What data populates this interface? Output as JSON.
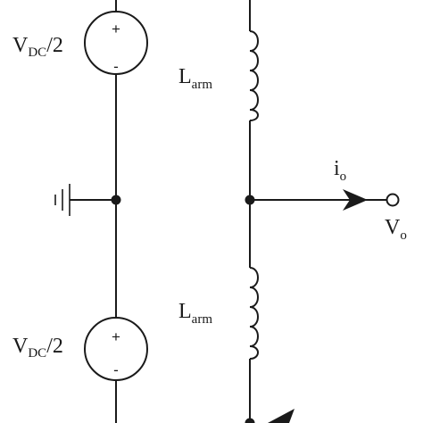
{
  "source_top": {
    "label_main": "V",
    "label_sub": "DC",
    "label_tail": "/2",
    "plus": "+",
    "minus": "-"
  },
  "source_bottom": {
    "label_main": "V",
    "label_sub": "DC",
    "label_tail": "/2",
    "plus": "+",
    "minus": "-"
  },
  "inductor_top": {
    "label_main": "L",
    "label_sub": "arm"
  },
  "inductor_bottom": {
    "label_main": "L",
    "label_sub": "arm"
  },
  "output_current": {
    "label_main": "i",
    "label_sub": "o"
  },
  "output_voltage": {
    "label_main": "V",
    "label_sub": "o"
  },
  "colors": {
    "stroke": "#1a1a1a",
    "background": "#ffffff"
  }
}
